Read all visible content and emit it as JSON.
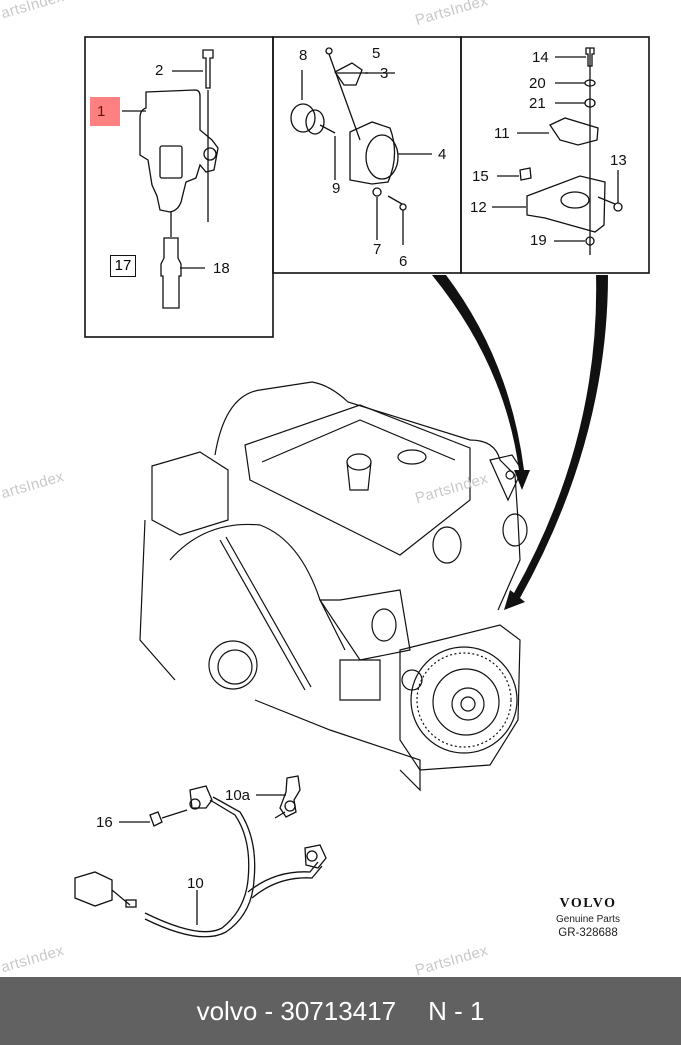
{
  "watermark": "PartsIndex",
  "callouts": {
    "panel1": {
      "c1": "1",
      "c2": "2",
      "c17": "17",
      "c18": "18"
    },
    "panel2": {
      "c3": "3",
      "c4": "4",
      "c5": "5",
      "c6": "6",
      "c7": "7",
      "c8": "8",
      "c9": "9"
    },
    "panel3": {
      "c11": "11",
      "c12": "12",
      "c13": "13",
      "c14": "14",
      "c15": "15",
      "c19": "19",
      "c20": "20",
      "c21": "21"
    },
    "harness": {
      "c10": "10",
      "c10a": "10a",
      "c16": "16"
    }
  },
  "highlighted_callout": "1",
  "highlight_color": "#ff8080",
  "brand": {
    "logo": "VOLVO",
    "subtitle": "Genuine Parts",
    "diagram_code": "GR-328688"
  },
  "footer": {
    "part": "volvo - 30713417",
    "position": "N - 1",
    "background": "#616161"
  }
}
